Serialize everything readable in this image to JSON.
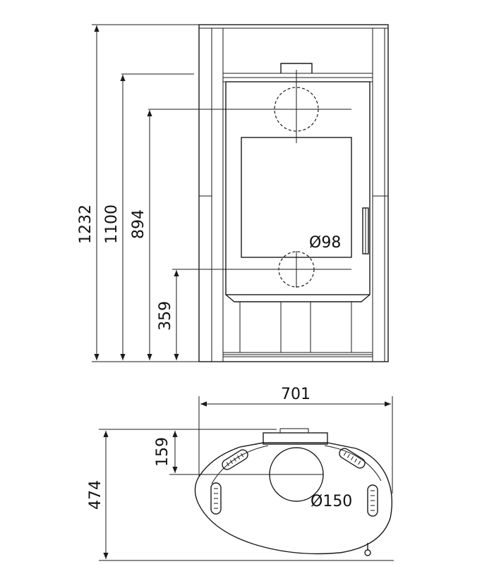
{
  "front_view": {
    "dimensions": [
      {
        "key": "total_height",
        "label": "1232"
      },
      {
        "key": "outlet_height",
        "label": "1100"
      },
      {
        "key": "upper_flue_height",
        "label": "894"
      },
      {
        "key": "lower_flue_height",
        "label": "359"
      }
    ],
    "rear_flue_diameter": "Ø98"
  },
  "top_view": {
    "width": "701",
    "depth": "474",
    "flue_offset": "159",
    "flue_diameter": "Ø150"
  },
  "colors": {
    "line": "#1a1a1a",
    "background": "#ffffff"
  }
}
